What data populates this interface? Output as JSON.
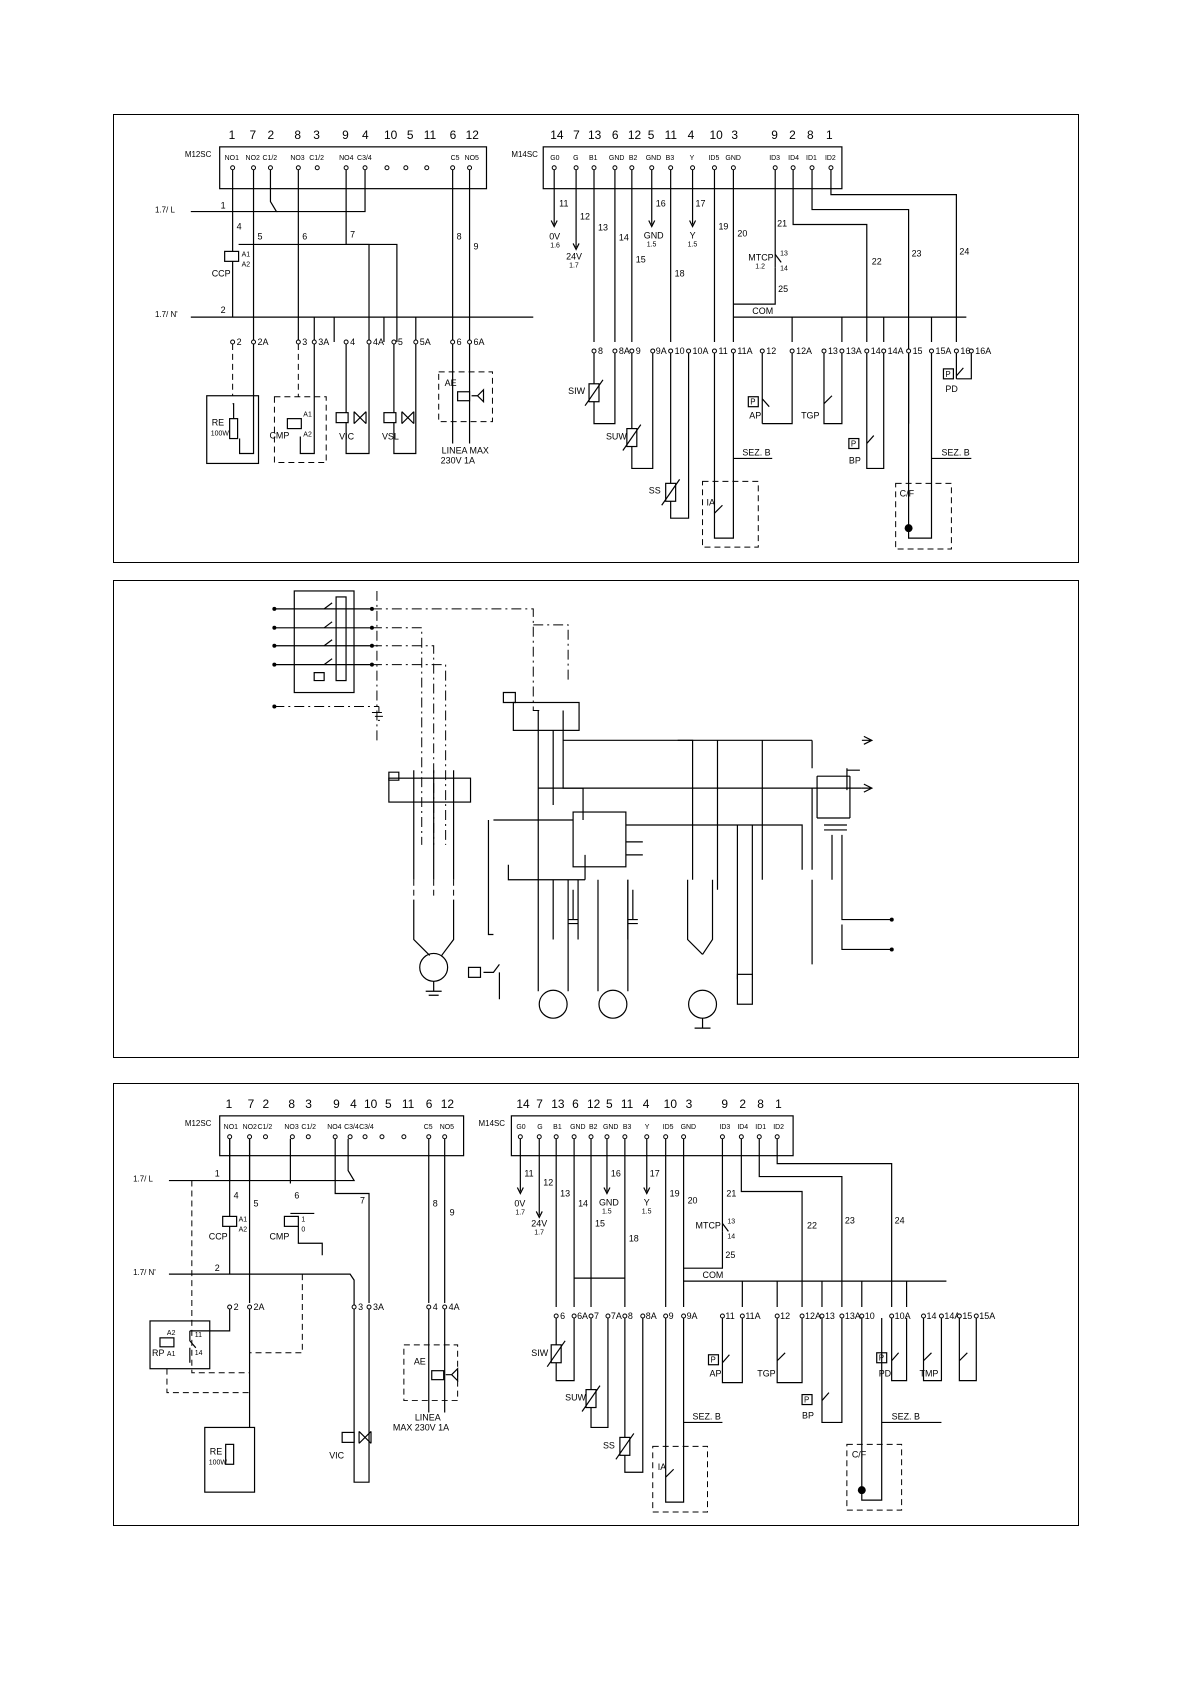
{
  "top": {
    "m12sc": {
      "label": "M12SC",
      "terminals": [
        {
          "n": "1",
          "p": "NO1"
        },
        {
          "n": "7",
          "p": "NO2"
        },
        {
          "n": "2",
          "p": "C1/2"
        },
        {
          "n": "8",
          "p": "NO3"
        },
        {
          "n": "3",
          "p": "C1/2"
        },
        {
          "n": "9",
          "p": "NO4"
        },
        {
          "n": "4",
          "p": "C3/4"
        },
        {
          "n": "10",
          "p": ""
        },
        {
          "n": "5",
          "p": ""
        },
        {
          "n": "11",
          "p": ""
        },
        {
          "n": "6",
          "p": "C5"
        },
        {
          "n": "12",
          "p": "NO5"
        }
      ]
    },
    "m14sc": {
      "label": "M14SC",
      "terminals": [
        {
          "n": "14",
          "p": "G0"
        },
        {
          "n": "7",
          "p": "G"
        },
        {
          "n": "13",
          "p": "B1"
        },
        {
          "n": "6",
          "p": "GND"
        },
        {
          "n": "12",
          "p": "B2"
        },
        {
          "n": "5",
          "p": "GND"
        },
        {
          "n": "11",
          "p": "B3"
        },
        {
          "n": "4",
          "p": "Y"
        },
        {
          "n": "10",
          "p": "ID5"
        },
        {
          "n": "3",
          "p": "GND"
        },
        {
          "n": "9",
          "p": "ID3"
        },
        {
          "n": "2",
          "p": "ID4"
        },
        {
          "n": "8",
          "p": "ID1"
        },
        {
          "n": "1",
          "p": "ID2"
        }
      ]
    },
    "line_l": "1.7/ L",
    "line_n": "1.7/ N'",
    "wires_left": [
      "1",
      "4",
      "5",
      "6",
      "7",
      "8",
      "9",
      "2"
    ],
    "wires_right": [
      "11",
      "12",
      "13",
      "14",
      "15",
      "16",
      "17",
      "18",
      "19",
      "20",
      "21",
      "22",
      "23",
      "24",
      "25"
    ],
    "bottom_terms_left": [
      "2",
      "2A",
      "3",
      "3A",
      "4",
      "4A",
      "5",
      "5A",
      "6",
      "6A"
    ],
    "bottom_terms_right": [
      "8",
      "8A",
      "9",
      "9A",
      "10",
      "10A",
      "11",
      "11A",
      "12",
      "12A",
      "13",
      "13A",
      "14",
      "14A",
      "15",
      "15A",
      "16",
      "16A"
    ],
    "sig": {
      "ov": "0V",
      "ov_ref": "1.6",
      "v24": "24V",
      "v24_ref": "1.7",
      "gnd": "GND",
      "gnd_ref": "1.5",
      "y": "Y",
      "y_ref": "1.5",
      "mtcp": "MTCP",
      "mtcp_ref": "1.2",
      "mtcp_13": "13",
      "mtcp_14": "14",
      "com": "COM"
    },
    "comp": {
      "ccp": "CCP",
      "a1": "A1",
      "a2": "A2",
      "re": "RE",
      "re_w": "100W",
      "cmp": "CMP",
      "vic": "VIC",
      "vsl": "VSL",
      "ae": "AE",
      "linea1": "LINEA MAX",
      "linea2": "230V 1A",
      "siw": "SIW",
      "suw": "SUW",
      "ss": "SS",
      "ia": "IA",
      "ap": "AP",
      "tgp": "TGP",
      "bp": "BP",
      "pd": "PD",
      "cf": "C/F",
      "sezb": "SEZ. B",
      "p": "P"
    }
  },
  "bottom": {
    "m12sc": {
      "label": "M12SC",
      "terminals": [
        {
          "n": "1",
          "p": "NO1"
        },
        {
          "n": "7",
          "p": "NO2"
        },
        {
          "n": "2",
          "p": "C1/2"
        },
        {
          "n": "8",
          "p": "NO3"
        },
        {
          "n": "3",
          "p": "C1/2"
        },
        {
          "n": "9",
          "p": "NO4"
        },
        {
          "n": "4",
          "p": "C3/4"
        },
        {
          "n": "10",
          "p": "C3/4"
        },
        {
          "n": "5",
          "p": ""
        },
        {
          "n": "11",
          "p": ""
        },
        {
          "n": "6",
          "p": "C5"
        },
        {
          "n": "12",
          "p": "NO5"
        }
      ]
    },
    "m14sc": {
      "label": "M14SC",
      "terminals": [
        {
          "n": "14",
          "p": "G0"
        },
        {
          "n": "7",
          "p": "G"
        },
        {
          "n": "13",
          "p": "B1"
        },
        {
          "n": "6",
          "p": "GND"
        },
        {
          "n": "12",
          "p": "B2"
        },
        {
          "n": "5",
          "p": "GND"
        },
        {
          "n": "11",
          "p": "B3"
        },
        {
          "n": "4",
          "p": "Y"
        },
        {
          "n": "10",
          "p": "ID5"
        },
        {
          "n": "3",
          "p": "GND"
        },
        {
          "n": "9",
          "p": "ID3"
        },
        {
          "n": "2",
          "p": "ID4"
        },
        {
          "n": "8",
          "p": "ID1"
        },
        {
          "n": "1",
          "p": "ID2"
        }
      ]
    },
    "line_l": "1.7/ L",
    "line_n": "1.7/ N'",
    "wires_left": [
      "1",
      "4",
      "5",
      "6",
      "7",
      "8",
      "9",
      "2"
    ],
    "wires_right": [
      "11",
      "12",
      "13",
      "14",
      "15",
      "16",
      "17",
      "18",
      "19",
      "20",
      "21",
      "22",
      "23",
      "24",
      "25"
    ],
    "bottom_terms_left": [
      "2",
      "2A",
      "3",
      "3A",
      "4",
      "4A"
    ],
    "bottom_terms_right": [
      "6",
      "6A",
      "7",
      "7A",
      "8",
      "8A",
      "9",
      "9A",
      "11",
      "11A",
      "12",
      "12A",
      "13",
      "13A",
      "10",
      "10A",
      "14",
      "14A",
      "15",
      "15A"
    ],
    "rp_terms": {
      "a2": "A2",
      "a1": "A1",
      "t11": "11",
      "t14": "14",
      "rp": "RP"
    },
    "sig": {
      "ov": "0V",
      "ov_ref": "1.7",
      "v24": "24V",
      "v24_ref": "1.7",
      "gnd": "GND",
      "gnd_ref": "1.5",
      "y": "Y",
      "y_ref": "1.5",
      "mtcp": "MTCP",
      "mtcp_13": "13",
      "mtcp_14": "14",
      "com": "COM"
    },
    "comp": {
      "ccp": "CCP",
      "a1": "A1",
      "a2": "A2",
      "cmp": "CMP",
      "c1": "1",
      "c0": "0",
      "re": "RE",
      "re_w": "100W",
      "vic": "VIC",
      "ae": "AE",
      "linea1": "LINEA",
      "linea2": "MAX 230V 1A",
      "siw": "SIW",
      "suw": "SUW",
      "ss": "SS",
      "ia": "IA",
      "ap": "AP",
      "tgp": "TGP",
      "bp": "BP",
      "pd": "PD",
      "tmp": "TMP",
      "cf": "C/F",
      "sezb": "SEZ. B",
      "p": "P"
    }
  }
}
